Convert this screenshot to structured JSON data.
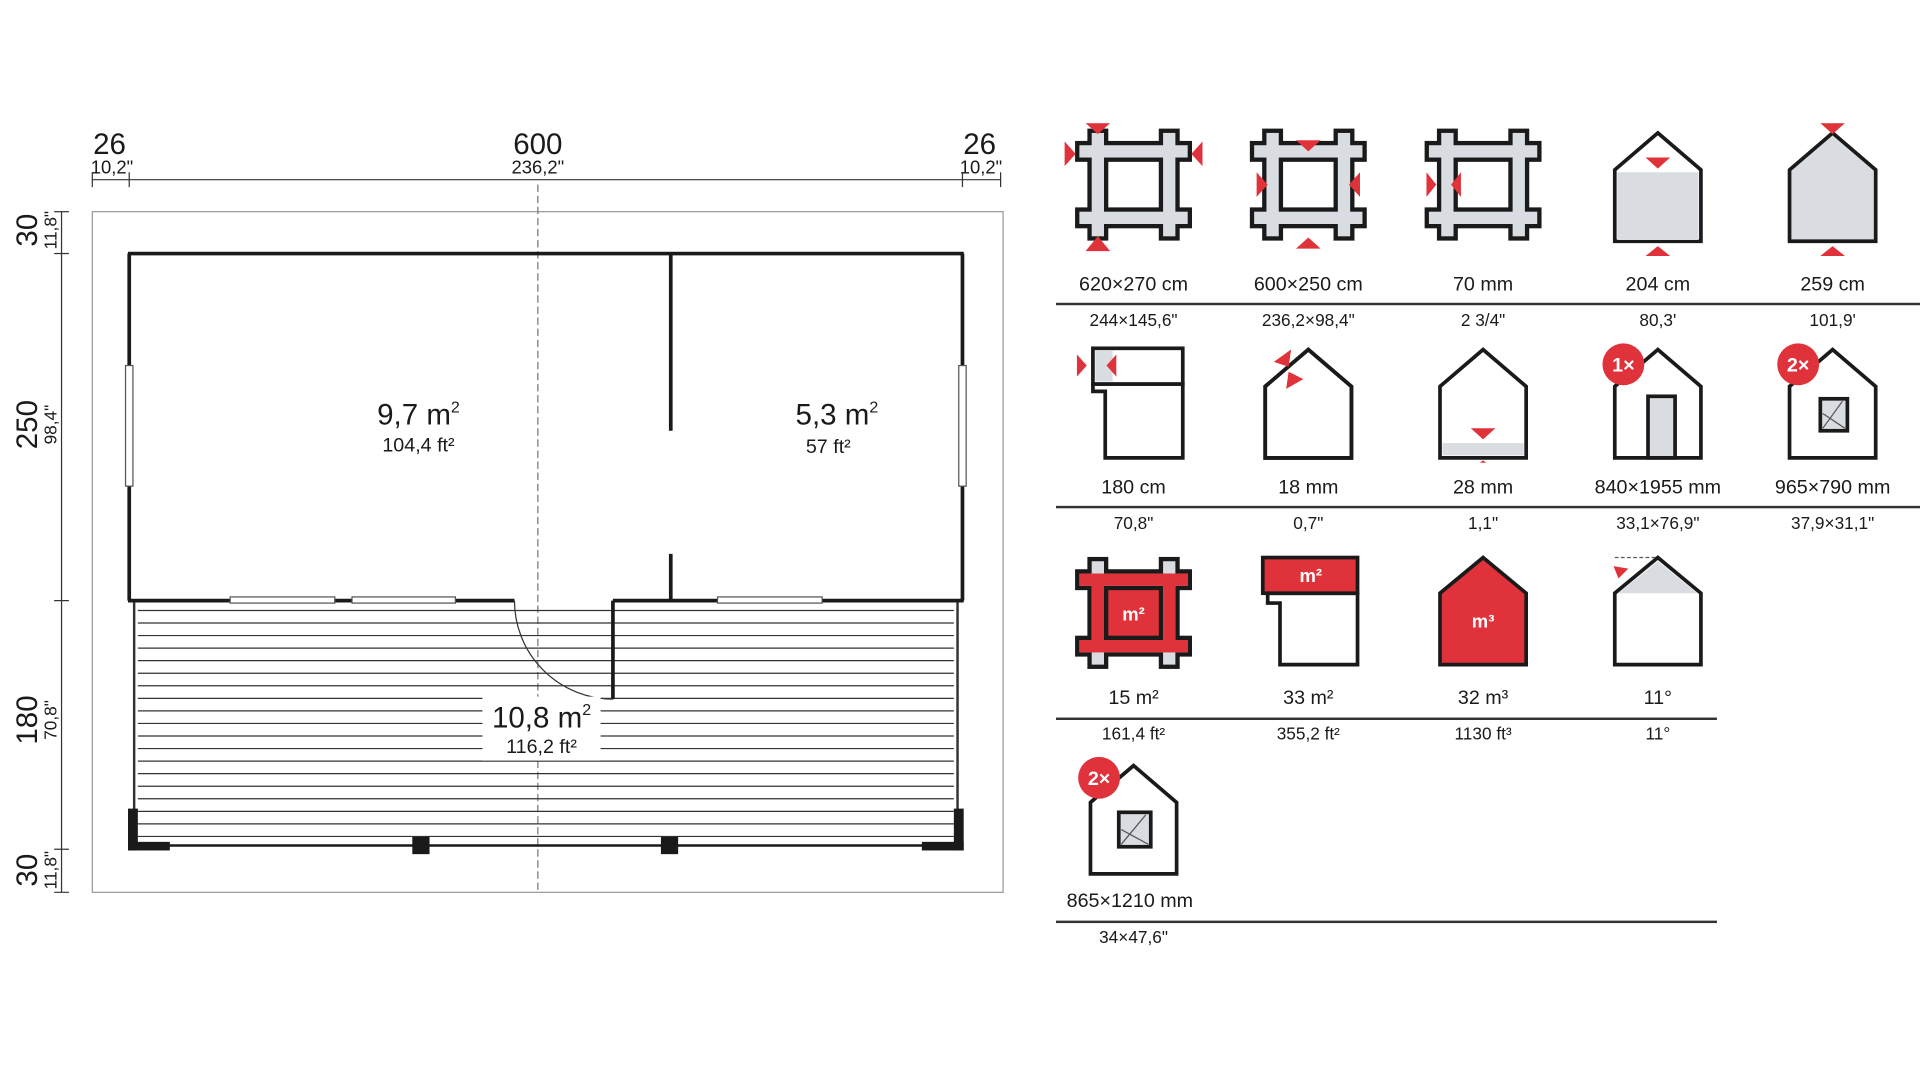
{
  "plan": {
    "top_dims": [
      {
        "cm": "26",
        "in": "10,2\""
      },
      {
        "cm": "600",
        "in": "236,2\""
      },
      {
        "cm": "26",
        "in": "10,2\""
      }
    ],
    "left_dims": [
      {
        "cm": "30",
        "in": "11,8\""
      },
      {
        "cm": "250",
        "in": "98,4\""
      },
      {
        "cm": "180",
        "in": "70,8\""
      },
      {
        "cm": "30",
        "in": "11,8\""
      }
    ],
    "rooms": [
      {
        "area": "9,7 m",
        "sup": "2",
        "imperial": "104,4 ft²"
      },
      {
        "area": "5,3 m",
        "sup": "2",
        "imperial": "57 ft²"
      },
      {
        "area": "10,8 m",
        "sup": "2",
        "imperial": "116,2 ft²"
      }
    ]
  },
  "specs": [
    {
      "label": "620×270 cm",
      "sub": "244×145,6\""
    },
    {
      "label": "600×250 cm",
      "sub": "236,2×98,4\""
    },
    {
      "label": "70 mm",
      "sub": "2  3/4\""
    },
    {
      "label": "204 cm",
      "sub": "80,3'"
    },
    {
      "label": "259 cm",
      "sub": "101,9'"
    },
    {
      "label": "180 cm",
      "sub": "70,8\""
    },
    {
      "label": "18 mm",
      "sub": "0,7\""
    },
    {
      "label": "28 mm",
      "sub": "1,1\""
    },
    {
      "label": "840×1955 mm",
      "sub": "33,1×76,9\"",
      "badge": "1×"
    },
    {
      "label": "965×790 mm",
      "sub": "37,9×31,1\"",
      "badge": "2×"
    },
    {
      "label": "15 m²",
      "sub": "161,4 ft²",
      "icon_text": "m²"
    },
    {
      "label": "33 m²",
      "sub": "355,2 ft²",
      "icon_text": "m²"
    },
    {
      "label": "32 m³",
      "sub": "1130 ft³",
      "icon_text": "m³"
    },
    {
      "label": "11°",
      "sub": "11°"
    },
    {
      "label": "865×1210 mm",
      "sub": "34×47,6\"",
      "badge": "2×"
    }
  ],
  "colors": {
    "accent": "#e0323a",
    "fill": "#d9dce1",
    "line": "#1a1a1a"
  }
}
